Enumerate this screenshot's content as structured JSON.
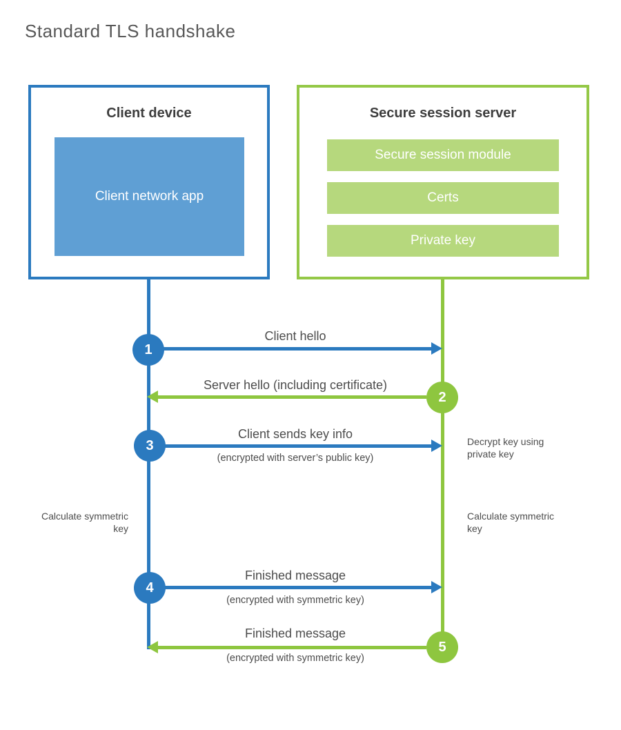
{
  "title": "Standard TLS handshake",
  "colors": {
    "blue": "#2b7abf",
    "blue_light": "#5f9fd4",
    "green": "#8ec63f",
    "green_light": "#b6d87d"
  },
  "client": {
    "title": "Client device",
    "app_label": "Client network app"
  },
  "server": {
    "title": "Secure session server",
    "modules": [
      "Secure session module",
      "Certs",
      "Private key"
    ]
  },
  "steps": [
    {
      "num": "1",
      "from": "client",
      "to": "server",
      "label": "Client hello",
      "sub": ""
    },
    {
      "num": "2",
      "from": "server",
      "to": "client",
      "label": "Server hello (including certificate)",
      "sub": ""
    },
    {
      "num": "3",
      "from": "client",
      "to": "server",
      "label": "Client sends key info",
      "sub": "(encrypted with server’s public key)"
    },
    {
      "num": "4",
      "from": "client",
      "to": "server",
      "label": "Finished message",
      "sub": "(encrypted with symmetric key)"
    },
    {
      "num": "5",
      "from": "server",
      "to": "client",
      "label": "Finished message",
      "sub": "(encrypted with symmetric key)"
    }
  ],
  "notes": {
    "decrypt": "Decrypt key using private key",
    "calc_left": "Calculate symmetric key",
    "calc_right": "Calculate symmetric key"
  }
}
